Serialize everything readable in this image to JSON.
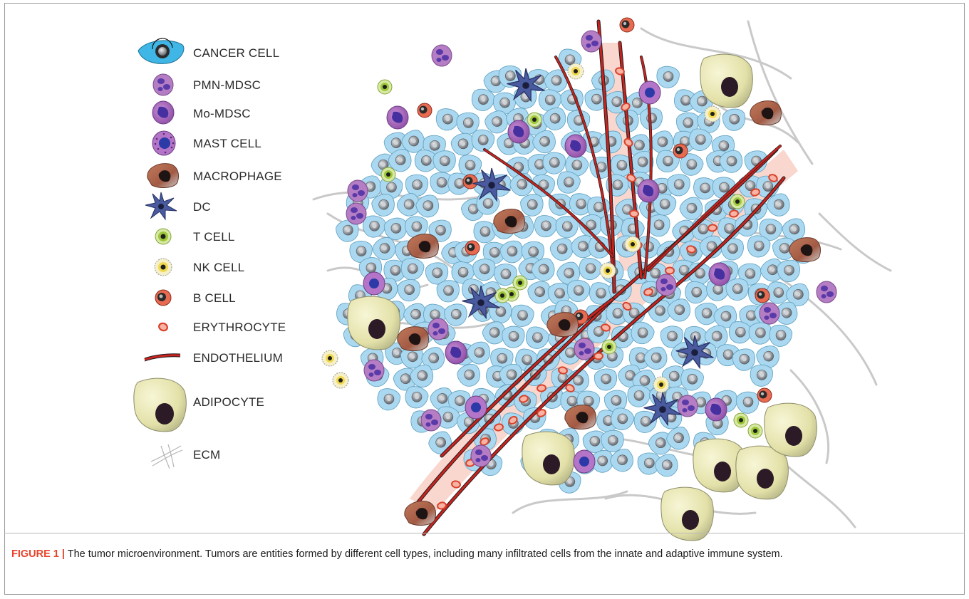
{
  "legend": {
    "items": [
      {
        "id": "cancer",
        "label": "CANCER CELL",
        "icon": "cancer-cell-icon"
      },
      {
        "id": "pmn",
        "label": "PMN-MDSC",
        "icon": "pmn-mdsc-icon"
      },
      {
        "id": "mo",
        "label": "Mo-MDSC",
        "icon": "mo-mdsc-icon"
      },
      {
        "id": "mast",
        "label": "MAST CELL",
        "icon": "mast-cell-icon"
      },
      {
        "id": "macro",
        "label": "MACROPHAGE",
        "icon": "macrophage-icon"
      },
      {
        "id": "dc",
        "label": "DC",
        "icon": "dendritic-cell-icon"
      },
      {
        "id": "tcell",
        "label": "T CELL",
        "icon": "t-cell-icon"
      },
      {
        "id": "nk",
        "label": "NK CELL",
        "icon": "nk-cell-icon"
      },
      {
        "id": "bcell",
        "label": "B CELL",
        "icon": "b-cell-icon"
      },
      {
        "id": "ery",
        "label": "ERYTHROCYTE",
        "icon": "erythrocyte-icon"
      },
      {
        "id": "endo",
        "label": "ENDOTHELIUM",
        "icon": "endothelium-icon"
      },
      {
        "id": "adipo",
        "label": "ADIPOCYTE",
        "icon": "adipocyte-icon"
      },
      {
        "id": "ecm",
        "label": "ECM",
        "icon": "ecm-icon"
      }
    ]
  },
  "caption": {
    "lead": "FIGURE 1 |",
    "text": " The tumor microenvironment. Tumors are entities formed by different cell types, including many infiltrated cells from the innate and adaptive immune system."
  },
  "colors": {
    "cancer_fill": "#a9d8f0",
    "cancer_nucleus": "#8a8f96",
    "pmn": "#a865b8",
    "mo": "#9c5db5",
    "macrophage": "#a0604a",
    "dc": "#3d4e8c",
    "tcell": "#9ec73a",
    "nk": "#f2e07a",
    "bcell": "#d9412b",
    "erythrocyte": "#e8664f",
    "endothelium": "#c8231f",
    "vessel": "#f6c5bb",
    "adipocyte": "#e9e8b8",
    "ecm": "#c9c9c9",
    "caption_lead": "#e8432a"
  }
}
